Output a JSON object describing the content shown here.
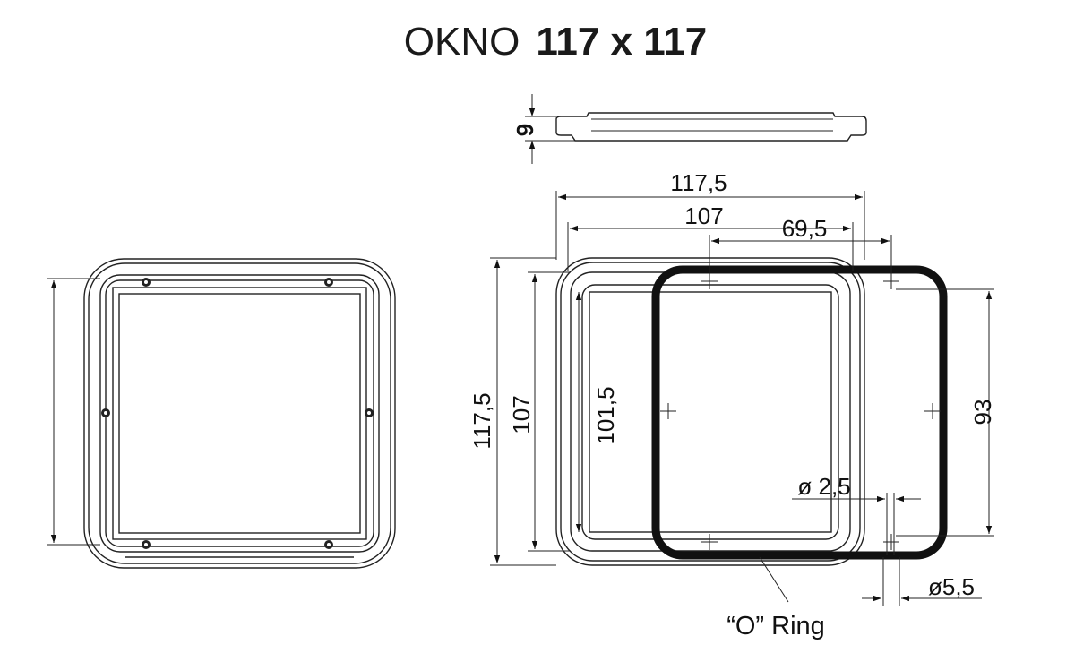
{
  "title": {
    "word": "OKNO",
    "size": "117 x 117"
  },
  "dimensions": {
    "thickness": "9",
    "overall_width": "117,5",
    "frame_width": "107",
    "hole_spacing_h": "69,5",
    "overall_height": "117,5",
    "frame_height": "107",
    "inner_height": "101,5",
    "hole_spacing_v": "93",
    "hole_diameter": "ø 2,5",
    "ring_diameter": "ø5,5"
  },
  "callouts": {
    "o_ring": "“O” Ring"
  }
}
